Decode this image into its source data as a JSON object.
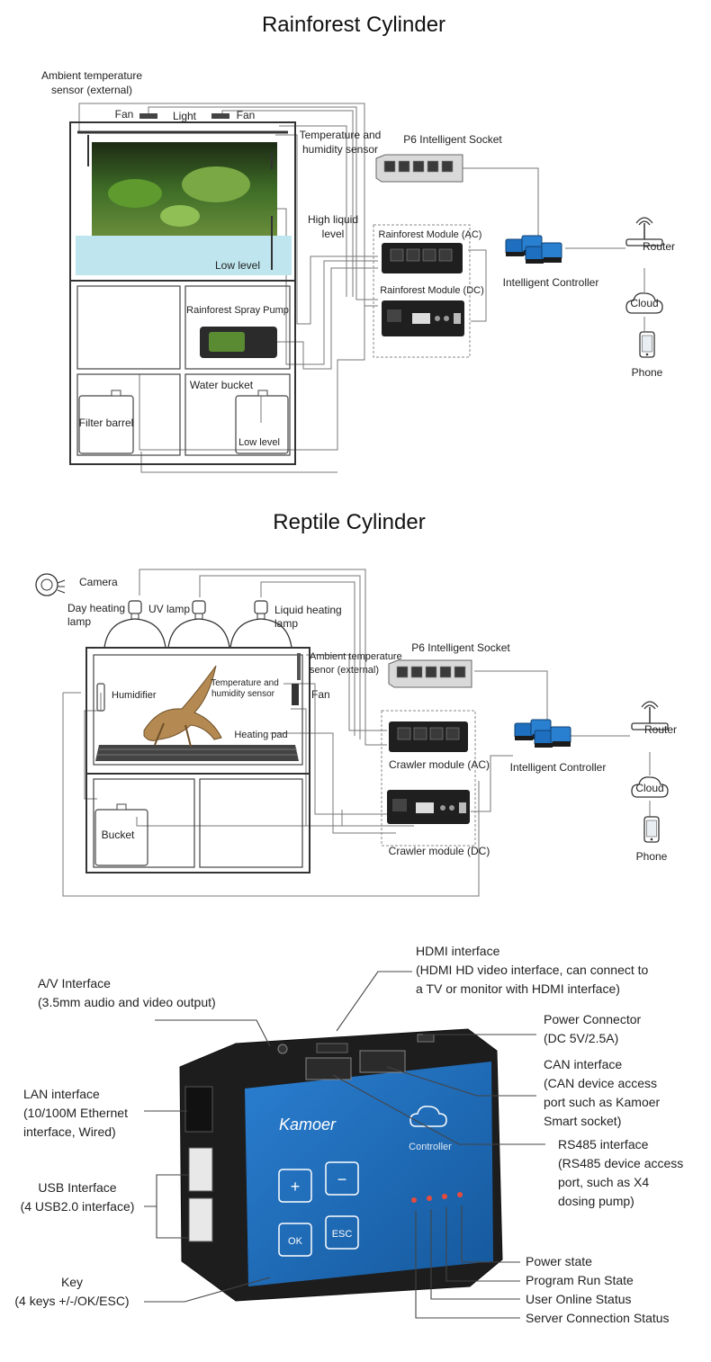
{
  "rainforest": {
    "title": "Rainforest Cylinder",
    "ambient_sensor": "Ambient temperature",
    "ambient_sensor_2": "sensor (external)",
    "fan_left": "Fan",
    "light": "Light",
    "fan_right": "Fan",
    "th_sensor": "Temperature and",
    "th_sensor_2": "humidity sensor",
    "high_level": "High liquid",
    "high_level_2": "level",
    "low_level": "Low level",
    "spray_pump": "Rainforest Spray Pump",
    "water_bucket": "Water bucket",
    "filter_barrel": "Filter barrel",
    "bucket_low_level": "Low level",
    "p6_socket": "P6 Intelligent Socket",
    "module_ac": "Rainforest Module (AC)",
    "module_dc": "Rainforest Module (DC)",
    "controller": "Intelligent Controller",
    "router": "Router",
    "cloud": "Cloud",
    "phone": "Phone"
  },
  "reptile": {
    "title": "Reptile Cylinder",
    "camera": "Camera",
    "day_lamp": "Day heating",
    "day_lamp_2": "lamp",
    "uv_lamp": "UV lamp",
    "liquid_lamp": "Liquid heating",
    "liquid_lamp_2": "lamp",
    "ambient_sensor": "Ambient temperature",
    "ambient_sensor_2": "senor (external)",
    "p6_socket": "P6 Intelligent Socket",
    "humidifier": "Humidifier",
    "th_sensor": "Temperature and",
    "th_sensor_2": "humidity sensor",
    "fan": "Fan",
    "heating_pad": "Heating pad",
    "bucket": "Bucket",
    "module_ac": "Crawler module  (AC)",
    "module_dc": "Crawler module  (DC)",
    "controller": "Intelligent Controller",
    "router": "Router",
    "cloud": "Cloud",
    "phone": "Phone"
  },
  "controller": {
    "brand": "Kamoer",
    "device_label": "Controller",
    "key_plus": "+",
    "key_minus": "−",
    "key_ok": "OK",
    "key_esc": "ESC",
    "hdmi": [
      "HDMI interface",
      "(HDMI HD video interface, can connect to",
      "a TV or monitor with HDMI interface)"
    ],
    "av": [
      "A/V Interface",
      "(3.5mm audio and video output)"
    ],
    "power": [
      "Power Connector",
      "(DC 5V/2.5A)"
    ],
    "can": [
      "CAN interface",
      "(CAN device access",
      "port such as Kamoer",
      "Smart socket)"
    ],
    "lan": [
      "LAN interface",
      "(10/100M Ethernet",
      "interface, Wired)"
    ],
    "rs485": [
      "RS485 interface",
      "(RS485 device access",
      "port, such as X4",
      "dosing pump)"
    ],
    "usb": [
      "USB Interface",
      "(4 USB2.0 interface)"
    ],
    "key": [
      "Key",
      "(4 keys +/-/OK/ESC)"
    ],
    "status": [
      "Power state",
      "Program Run State",
      "User Online Status",
      "Server Connection Status"
    ]
  },
  "colors": {
    "controller_blue": "#1f6fb8",
    "case_black": "#1d1d1d",
    "water": "#bfe6ef",
    "plant_green": "#3d6b2a"
  }
}
